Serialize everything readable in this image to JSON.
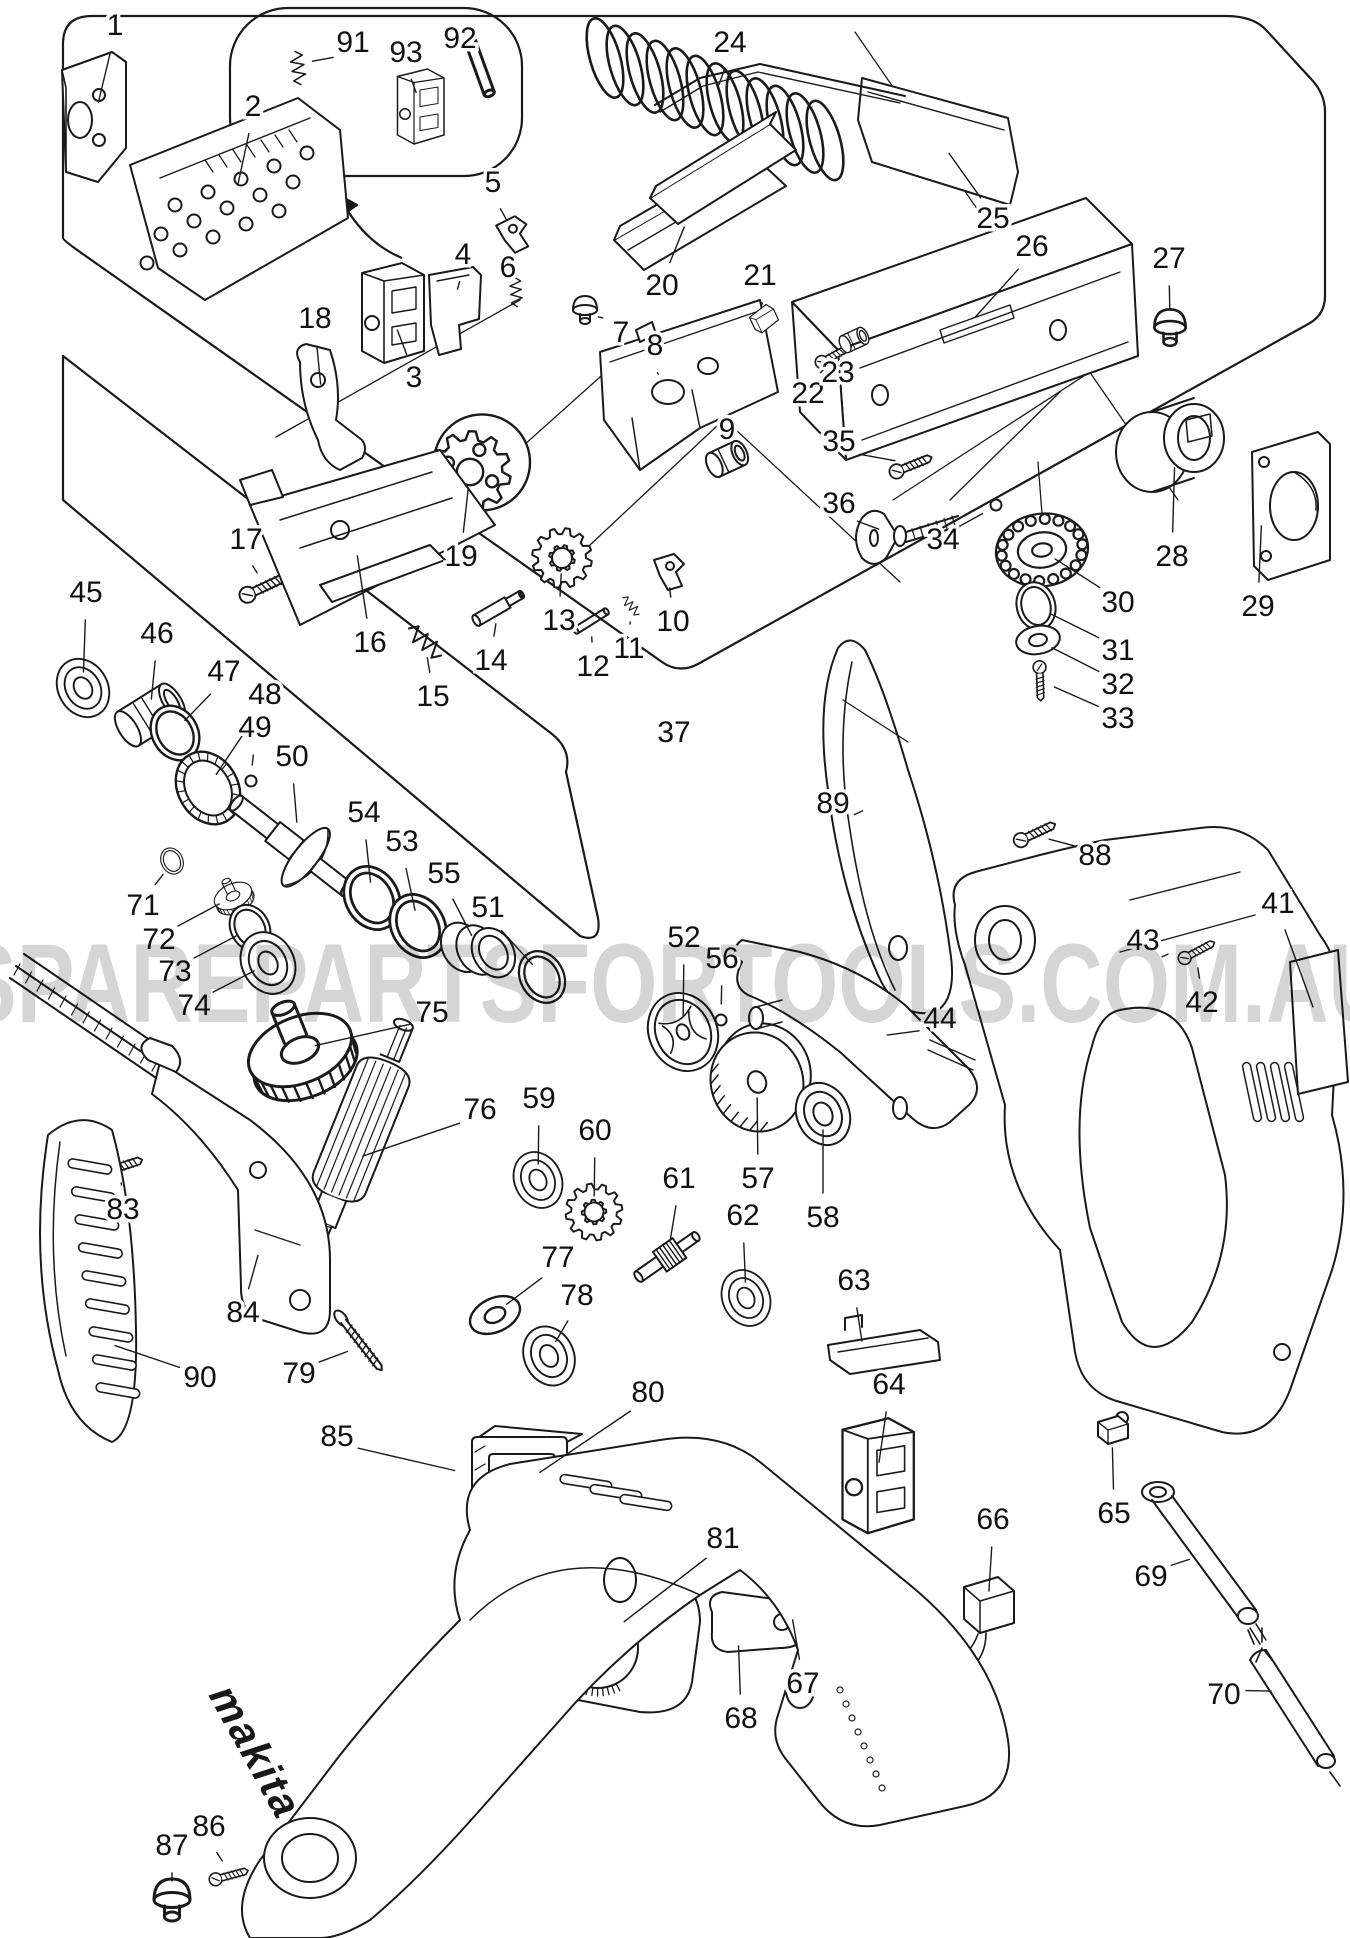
{
  "watermark": {
    "text": "SPAREPARTSFORTOOLS.COM.AU",
    "color": "#d2d2d2"
  },
  "brand": {
    "logo_text": "makita"
  },
  "diagram": {
    "type": "exploded-parts-diagram",
    "columns": [
      "part_number",
      "label_x",
      "label_y",
      "part_x",
      "part_y",
      "shape",
      "rotation",
      "scale"
    ],
    "parts": [
      [
        "1",
        115,
        25,
        95,
        118,
        "path:brk1",
        0,
        1
      ],
      [
        "2",
        253,
        106,
        235,
        200,
        "path:plate2",
        0,
        1
      ],
      [
        "91",
        353,
        42,
        298,
        68,
        "spring",
        80,
        0.8
      ],
      [
        "92",
        460,
        38,
        480,
        68,
        "pin",
        70,
        1.5
      ],
      [
        "93",
        406,
        52,
        420,
        108,
        "switch",
        0,
        0.75
      ],
      [
        "24",
        730,
        42,
        715,
        100,
        "bigspring",
        0,
        1
      ],
      [
        "25",
        993,
        218,
        940,
        140,
        "path:cover25",
        0,
        1
      ],
      [
        "26",
        1032,
        246,
        965,
        330,
        "path:rail26",
        0,
        1
      ],
      [
        "27",
        1169,
        258,
        1170,
        325,
        "cap",
        0,
        1.3
      ],
      [
        "5",
        493,
        182,
        512,
        235,
        "lever",
        -10,
        1
      ],
      [
        "4",
        463,
        254,
        455,
        305,
        "plate",
        0,
        1
      ],
      [
        "6",
        508,
        267,
        516,
        292,
        "spring",
        85,
        0.7
      ],
      [
        "7",
        621,
        332,
        585,
        308,
        "cap",
        0,
        1
      ],
      [
        "8",
        655,
        345,
        660,
        390,
        "path:block8",
        0,
        1
      ],
      [
        "18",
        315,
        318,
        322,
        400,
        "path:brk18",
        0,
        1
      ],
      [
        "3",
        414,
        377,
        392,
        315,
        "switch",
        0,
        1
      ],
      [
        "20",
        662,
        285,
        690,
        212,
        "path:chan20",
        0,
        1
      ],
      [
        "21",
        760,
        275,
        764,
        320,
        "block",
        -25,
        0.6
      ],
      [
        "22",
        808,
        393,
        833,
        356,
        "screw",
        -28,
        0.8
      ],
      [
        "23",
        838,
        372,
        854,
        340,
        "sleeve",
        -25,
        0.7
      ],
      [
        "9",
        727,
        429,
        727,
        459,
        "sleeve",
        -25,
        1
      ],
      [
        "35",
        839,
        441,
        910,
        466,
        "screw",
        -22,
        0.9
      ],
      [
        "36",
        839,
        503,
        892,
        538,
        "knob",
        0,
        1
      ],
      [
        "34",
        943,
        539,
        996,
        505,
        "ball",
        0,
        1
      ],
      [
        "30",
        1118,
        602,
        1042,
        550,
        "chainring",
        -8,
        1.1
      ],
      [
        "31",
        1118,
        650,
        1036,
        606,
        "oring",
        -15,
        0.8
      ],
      [
        "32",
        1118,
        684,
        1038,
        640,
        "washer",
        -10,
        1
      ],
      [
        "33",
        1118,
        718,
        1040,
        680,
        "screw",
        88,
        0.8
      ],
      [
        "28",
        1172,
        556,
        1175,
        452,
        "path:bear28",
        0,
        1
      ],
      [
        "29",
        1258,
        606,
        1262,
        510,
        "path:clamp29",
        0,
        1
      ],
      [
        "17",
        246,
        539,
        262,
        588,
        "screw",
        -25,
        1
      ],
      [
        "19",
        461,
        556,
        470,
        472,
        "sprocket",
        0,
        1.2
      ],
      [
        "16",
        370,
        642,
        355,
        540,
        "path:rail16",
        0,
        1
      ],
      [
        "15",
        433,
        696,
        425,
        642,
        "spring",
        40,
        1
      ],
      [
        "14",
        491,
        660,
        498,
        608,
        "rod",
        -30,
        1
      ],
      [
        "13",
        559,
        620,
        562,
        558,
        "gear",
        0,
        1
      ],
      [
        "12",
        593,
        666,
        591,
        621,
        "pin",
        -32,
        1
      ],
      [
        "11",
        629,
        648,
        631,
        606,
        "spring",
        45,
        0.55
      ],
      [
        "10",
        673,
        621,
        668,
        572,
        "lever",
        0,
        1
      ],
      [
        "37",
        674,
        732,
        652,
        700,
        "none",
        0,
        1
      ],
      [
        "45",
        86,
        592,
        83,
        688,
        "bearing",
        -30,
        0.95
      ],
      [
        "46",
        157,
        633,
        150,
        715,
        "cyl",
        -32,
        1
      ],
      [
        "47",
        224,
        671,
        175,
        733,
        "oring",
        -30,
        0.95
      ],
      [
        "48",
        265,
        694,
        208,
        788,
        "crownring",
        -30,
        1
      ],
      [
        "49",
        255,
        727,
        251,
        781,
        "ball",
        0,
        1
      ],
      [
        "50",
        292,
        756,
        298,
        838,
        "path:shaft50",
        0,
        1
      ],
      [
        "54",
        364,
        812,
        372,
        898,
        "oring",
        -30,
        1.1
      ],
      [
        "53",
        402,
        841,
        418,
        926,
        "oring",
        -30,
        1.1
      ],
      [
        "55",
        444,
        873,
        478,
        950,
        "rings3",
        -30,
        1
      ],
      [
        "51",
        488,
        907,
        542,
        977,
        "oring",
        -30,
        0.9
      ],
      [
        "52",
        684,
        937,
        683,
        1032,
        "pulley",
        -25,
        1
      ],
      [
        "56",
        722,
        958,
        721,
        1020,
        "ball",
        0,
        1
      ],
      [
        "57",
        758,
        1178,
        757,
        1082,
        "disc",
        -20,
        1
      ],
      [
        "58",
        823,
        1217,
        823,
        1114,
        "bearing",
        -25,
        1
      ],
      [
        "59",
        539,
        1098,
        538,
        1180,
        "bearing",
        -25,
        0.9
      ],
      [
        "60",
        595,
        1130,
        594,
        1212,
        "gear",
        -20,
        0.95
      ],
      [
        "61",
        679,
        1178,
        668,
        1256,
        "pinion",
        -35,
        1
      ],
      [
        "62",
        743,
        1215,
        746,
        1298,
        "bearing",
        -25,
        0.9
      ],
      [
        "63",
        854,
        1280,
        864,
        1357,
        "path:bar63",
        0,
        1
      ],
      [
        "64",
        889,
        1384,
        877,
        1478,
        "switch",
        0,
        1.15
      ],
      [
        "65",
        1114,
        1513,
        1112,
        1432,
        "brush",
        0,
        1
      ],
      [
        "66",
        993,
        1519,
        988,
        1607,
        "capblock",
        0,
        1
      ],
      [
        "67",
        803,
        1683,
        790,
        1604,
        "screw",
        -20,
        0.85
      ],
      [
        "68",
        741,
        1718,
        738,
        1630,
        "path:key68",
        0,
        1
      ],
      [
        "69",
        1151,
        1576,
        1204,
        1553,
        "path:tube69",
        0,
        1
      ],
      [
        "70",
        1224,
        1694,
        1287,
        1690,
        "path:cord70",
        0,
        1
      ],
      [
        "71",
        143,
        905,
        172,
        861,
        "oring",
        -25,
        0.45
      ],
      [
        "72",
        159,
        939,
        233,
        896,
        "crowngear",
        -25,
        0.55
      ],
      [
        "73",
        175,
        971,
        250,
        928,
        "oring",
        -28,
        0.8
      ],
      [
        "74",
        194,
        1005,
        268,
        963,
        "bearing",
        -28,
        1
      ],
      [
        "75",
        432,
        1012,
        300,
        1050,
        "crowngear",
        -22,
        1.5
      ],
      [
        "76",
        480,
        1109,
        348,
        1162,
        "armature",
        22,
        1
      ],
      [
        "77",
        558,
        1257,
        495,
        1315,
        "washer",
        -25,
        1.2
      ],
      [
        "78",
        577,
        1295,
        549,
        1356,
        "bearing",
        -25,
        0.95
      ],
      [
        "79",
        299,
        1373,
        362,
        1345,
        "screwlong",
        52,
        1
      ],
      [
        "80",
        648,
        1392,
        527,
        1482,
        "field",
        0,
        1
      ],
      [
        "81",
        723,
        1538,
        612,
        1632,
        "path:gearbox81",
        0,
        1
      ],
      [
        "83",
        123,
        1209,
        120,
        1167,
        "screw",
        -18,
        0.9
      ],
      [
        "84",
        243,
        1312,
        262,
        1240,
        "path:arm84",
        0,
        1
      ],
      [
        "85",
        337,
        1436,
        470,
        1475,
        "path:housingL",
        0,
        1
      ],
      [
        "86",
        209,
        1826,
        228,
        1876,
        "screw",
        -15,
        0.8
      ],
      [
        "87",
        172,
        1845,
        172,
        1897,
        "cap",
        0,
        1.5
      ],
      [
        "88",
        1095,
        855,
        1034,
        834,
        "screw",
        -25,
        0.9
      ],
      [
        "89",
        833,
        803,
        878,
        815,
        "path:grip89",
        0,
        1
      ],
      [
        "90",
        200,
        1377,
        100,
        1340,
        "path:shield90",
        0,
        1
      ],
      [
        "41",
        1278,
        903,
        1318,
        1022,
        "sticker",
        0,
        1
      ],
      [
        "42",
        1202,
        1002,
        1196,
        952,
        "screw",
        -28,
        0.8
      ],
      [
        "43",
        1143,
        940,
        1182,
        962,
        "none",
        0,
        1
      ],
      [
        "44",
        940,
        1018,
        872,
        1040,
        "path:link44",
        0,
        1
      ]
    ]
  }
}
